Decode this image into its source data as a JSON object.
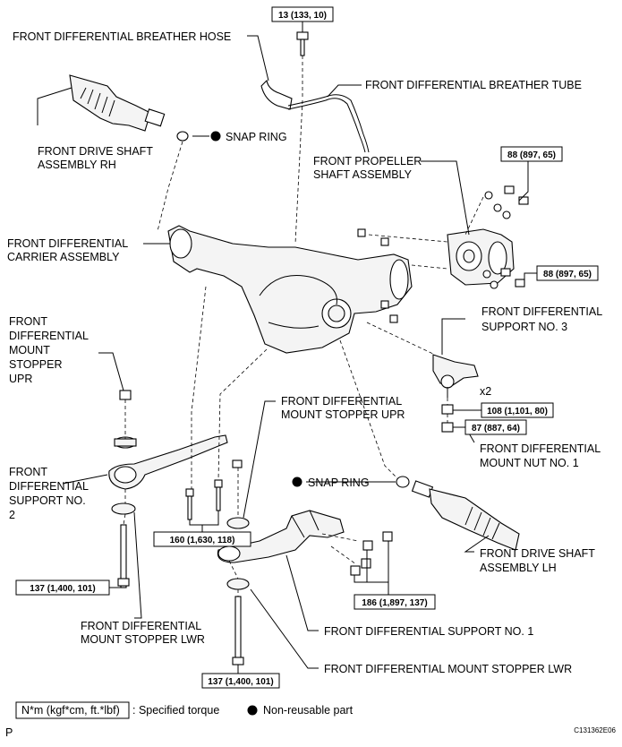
{
  "labels": {
    "breather_hose": "FRONT DIFFERENTIAL BREATHER HOSE",
    "breather_tube": "FRONT DIFFERENTIAL BREATHER TUBE",
    "drive_shaft_rh_1": "FRONT DRIVE SHAFT",
    "drive_shaft_rh_2": "ASSEMBLY RH",
    "snap_ring_top": "SNAP RING",
    "propeller_1": "FRONT PROPELLER",
    "propeller_2": "SHAFT ASSEMBLY",
    "carrier_1": "FRONT DIFFERENTIAL",
    "carrier_2": "CARRIER ASSEMBLY",
    "support3_1": "FRONT DIFFERENTIAL",
    "support3_2": "SUPPORT NO. 3",
    "stopper_upr_left_1": "FRONT",
    "stopper_upr_left_2": "DIFFERENTIAL",
    "stopper_upr_left_3": "MOUNT",
    "stopper_upr_left_4": "STOPPER",
    "stopper_upr_left_5": "UPR",
    "x2": "x2",
    "stopper_upr_mid_1": "FRONT DIFFERENTIAL",
    "stopper_upr_mid_2": "MOUNT STOPPER UPR",
    "nut1_1": "FRONT DIFFERENTIAL",
    "nut1_2": "MOUNT NUT NO. 1",
    "support2_1": "FRONT",
    "support2_2": "DIFFERENTIAL",
    "support2_3": "SUPPORT NO.",
    "support2_4": "2",
    "snap_ring_bottom": "SNAP RING",
    "drive_shaft_lh_1": "FRONT DRIVE SHAFT",
    "drive_shaft_lh_2": "ASSEMBLY LH",
    "stopper_lwr_left_1": "FRONT DIFFERENTIAL",
    "stopper_lwr_left_2": "MOUNT STOPPER LWR",
    "support1": "FRONT DIFFERENTIAL SUPPORT NO. 1",
    "stopper_lwr_bottom": "FRONT DIFFERENTIAL MOUNT STOPPER LWR"
  },
  "torques": {
    "t13": "13 (133, 10)",
    "t88a": "88 (897, 65)",
    "t88b": "88 (897, 65)",
    "t108": "108 (1,101, 80)",
    "t87": "87 (887, 64)",
    "t160": "160 (1,630, 118)",
    "t137a": "137 (1,400, 101)",
    "t186": "186 (1,897, 137)",
    "t137b": "137 (1,400, 101)"
  },
  "legend": {
    "unit_box": "N*m (kgf*cm, ft.*lbf)",
    "specified": ": Specified torque",
    "non_reusable": "Non-reusable part"
  },
  "footer": {
    "page_letter": "P",
    "code": "C131362E06"
  }
}
